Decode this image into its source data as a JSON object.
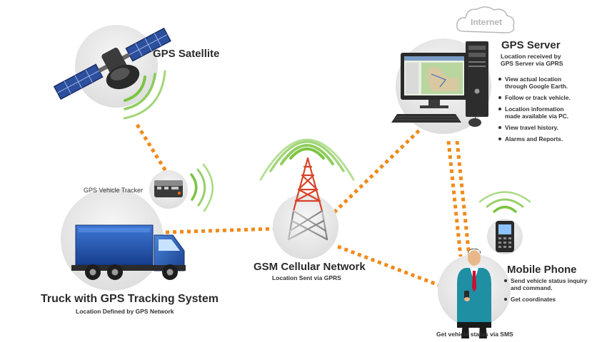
{
  "nodes": {
    "satellite": {
      "title": "GPS Satellite"
    },
    "tracker": {
      "label": "GPS Vehicle Tracker"
    },
    "truck": {
      "title": "Truck with GPS Tracking System",
      "subtitle": "Location Defined by GPS Network"
    },
    "tower": {
      "title": "GSM Cellular Network",
      "subtitle": "Location Sent via GPRS"
    },
    "server": {
      "cloud": "Internet",
      "title": "GPS Server",
      "subtitle_line1": "Location received by",
      "subtitle_line2": "GPS Server via GPRS",
      "bullets": [
        [
          "View actual location",
          "through Google Earth."
        ],
        [
          "Follow or track vehicle."
        ],
        [
          "Location information",
          "made available via PC."
        ],
        [
          "View travel history."
        ],
        [
          "Alarms and Reports."
        ]
      ]
    },
    "phone": {
      "title": "Mobile Phone",
      "bullets": [
        [
          "Send vehicle status inquiry",
          "and command."
        ],
        [
          "Get coordinates"
        ]
      ],
      "caption": "Get vehicle status via SMS"
    }
  },
  "colors": {
    "link": "#f08a1c",
    "signal": "#7cc442",
    "truck": "#1f4fa8",
    "tower": "#d8432a",
    "circle": "#e6e6e6"
  }
}
